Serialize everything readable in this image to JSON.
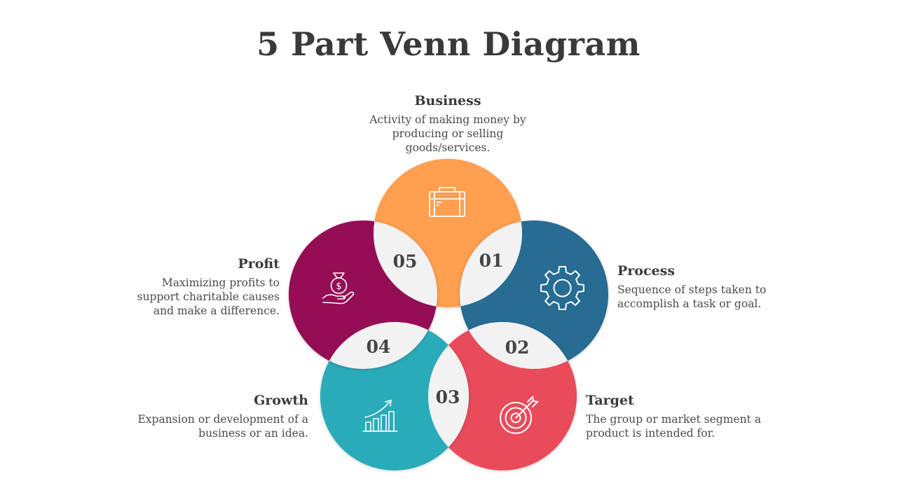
{
  "title": "5 Part Venn Diagram",
  "colors": {
    "business": "#FF9F50",
    "process": "#276C93",
    "target": "#E84B5A",
    "growth": "#2BABB9",
    "profit": "#951155",
    "overlap": "#F2F2F2"
  },
  "segments": {
    "business": {
      "heading": "Business",
      "description": "Activity of making money by producing or selling goods/services.",
      "icon": "briefcase-icon"
    },
    "process": {
      "heading": "Process",
      "description": "Sequence of steps taken to accomplish a task or goal.",
      "icon": "gear-icon"
    },
    "target": {
      "heading": "Target",
      "description": "The group or market segment a product is intended for.",
      "icon": "target-icon"
    },
    "growth": {
      "heading": "Growth",
      "description": "Expansion or development of a business or an idea.",
      "icon": "growth-chart-icon"
    },
    "profit": {
      "heading": "Profit",
      "description": "Maximizing profits to support charitable causes and make a difference.",
      "icon": "money-bag-hand-icon"
    }
  },
  "overlaps": {
    "business_process": "01",
    "process_target": "02",
    "target_growth": "03",
    "growth_profit": "04",
    "profit_business": "05"
  }
}
